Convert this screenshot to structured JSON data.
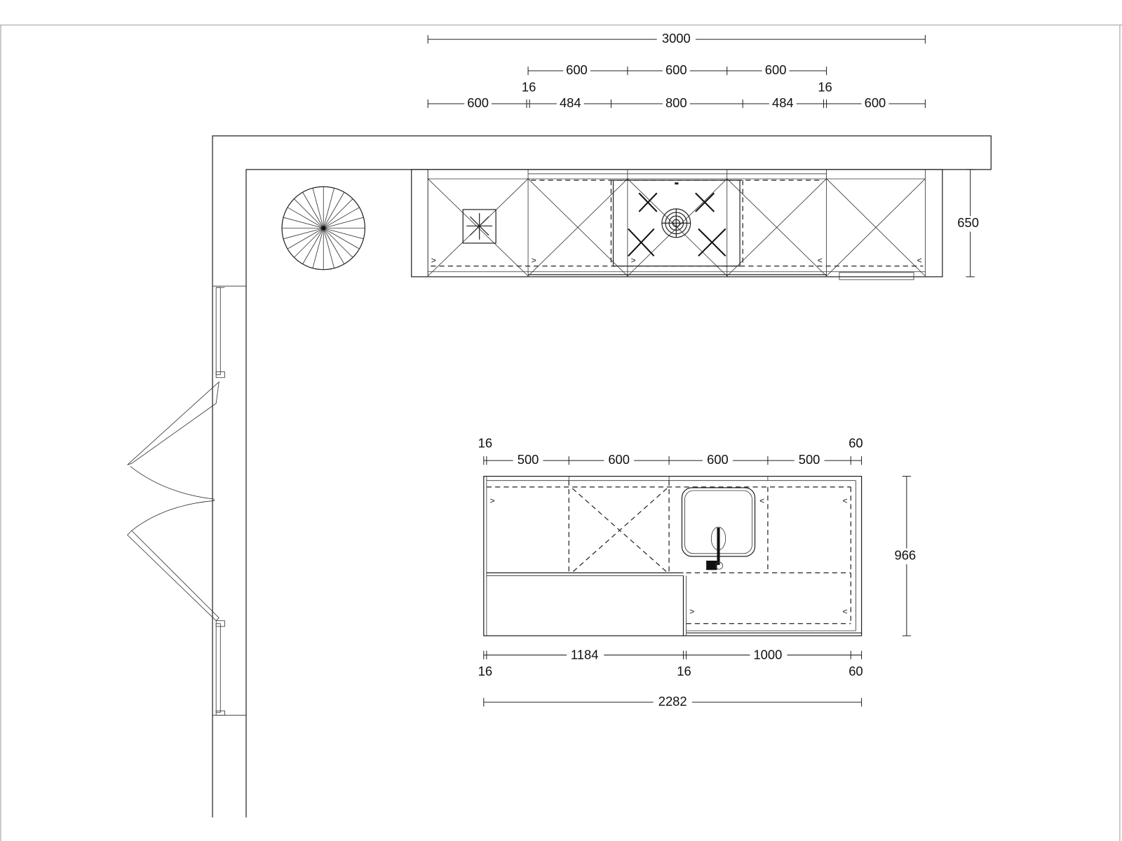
{
  "drawing": {
    "title": "Kitchen floor plan",
    "line_color": "#222222",
    "background": "#ffffff"
  },
  "wall_run": {
    "overall": "3000",
    "upper": [
      "600",
      "600",
      "600"
    ],
    "gap_left": "16",
    "gap_right": "16",
    "lower": [
      "600",
      "484",
      "800",
      "484",
      "600"
    ],
    "depth": "650"
  },
  "island": {
    "top_left_gap": "16",
    "top_right_gap": "60",
    "top": [
      "500",
      "600",
      "600",
      "500"
    ],
    "depth": "966",
    "bottom": [
      "1184",
      "1000"
    ],
    "bottom_gaps": [
      "16",
      "16",
      "60"
    ],
    "overall": "2282"
  }
}
